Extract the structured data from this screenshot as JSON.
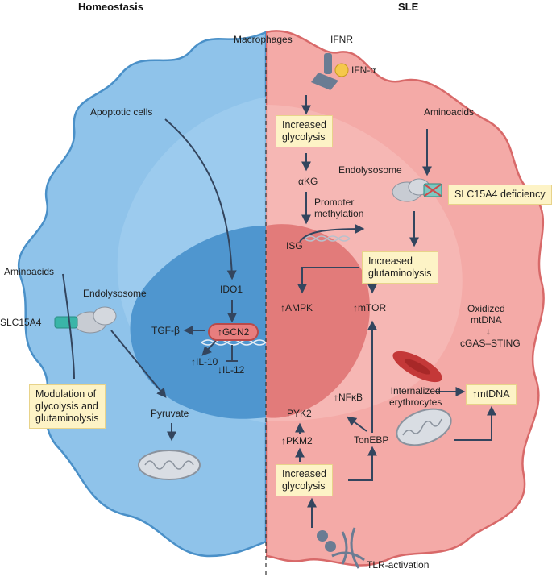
{
  "headers": {
    "left": "Homeostasis",
    "right": "SLE",
    "divider": "Macrophages"
  },
  "left": {
    "apoptotic": "Apoptotic cells",
    "ido1": "IDO1",
    "gcn2": "↑GCN2",
    "tgfb": "TGF-β",
    "il10": "↑IL-10",
    "il12": "↓IL-12",
    "aminoacids": "Aminoacids",
    "endolysosome": "Endolysosome",
    "slc15a4": "SLC15A4",
    "modulation": "Modulation of\nglycolysis and\nglutaminolysis",
    "pyruvate": "Pyruvate"
  },
  "right": {
    "ifnr": "IFNR",
    "ifna": "IFN-α",
    "glycolysis_top": "Increased\nglycolysis",
    "akg": "αKG",
    "promoter": "Promoter\nmethylation",
    "isg": "ISG",
    "aminoacids": "Aminoacids",
    "endolysosome": "Endolysosome",
    "slc_deficiency": "SLC15A4 deficiency",
    "glutaminolysis": "Increased\nglutaminolysis",
    "ampk": "↑AMPK",
    "mtor": "↑mTOR",
    "oxidized": "Oxidized\nmtDNA",
    "cgas_arrow": "↓",
    "cgas": "cGAS–STING",
    "nfkb": "↑NFκB",
    "pyk2": "PYK2",
    "pkm2": "↑PKM2",
    "tonebp": "TonEBP",
    "internalized": "Internalized\nerythrocytes",
    "mtdna": "↑mtDNA",
    "glycolysis_bottom": "Increased\nglycolysis",
    "tlr": "TLR-activation"
  },
  "colors": {
    "left_cell": "#8fc3ea",
    "left_nucleus": "#4f96cf",
    "right_cell": "#f4aaa7",
    "right_nucleus": "#e27b7a",
    "arrow": "#33455e",
    "box_fill": "#fdf3c6"
  }
}
